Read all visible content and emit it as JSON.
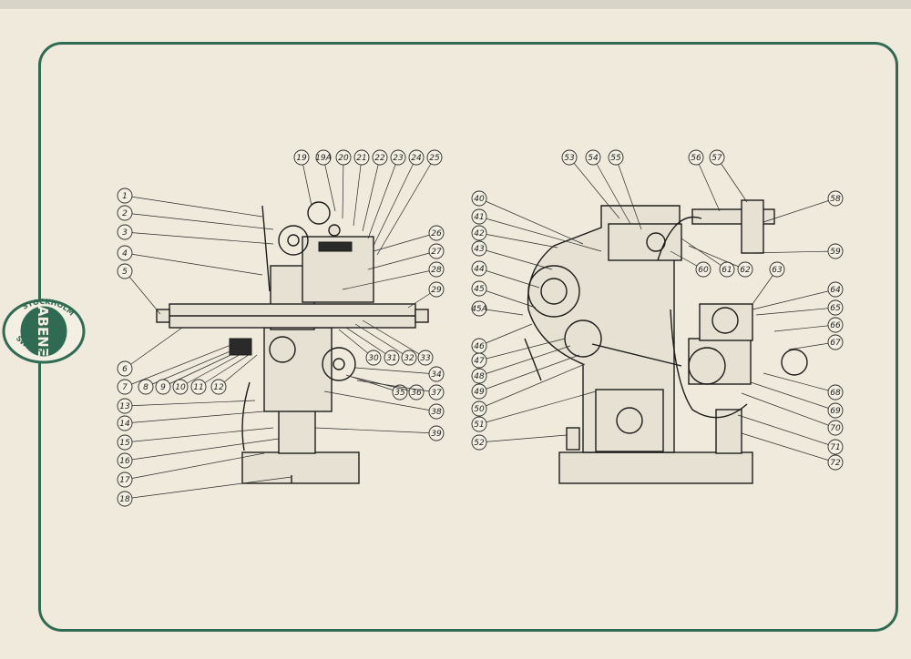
{
  "brand": {
    "name": "ABENE",
    "city": "STOCKHOLM",
    "country": "SWEDEN",
    "frame_color": "#2f6a52"
  },
  "diagram": {
    "front_view_labels": [
      "1",
      "2",
      "3",
      "4",
      "5",
      "6",
      "7",
      "8",
      "9",
      "10",
      "11",
      "12",
      "13",
      "14",
      "15",
      "16",
      "17",
      "18",
      "19",
      "19A",
      "20",
      "21",
      "22",
      "23",
      "24",
      "25",
      "26",
      "27",
      "28",
      "29",
      "30",
      "31",
      "32",
      "33",
      "34",
      "35",
      "36",
      "37",
      "38",
      "39"
    ],
    "side_view_labels": [
      "40",
      "41",
      "42",
      "43",
      "44",
      "45",
      "45A",
      "46",
      "47",
      "48",
      "49",
      "50",
      "51",
      "52",
      "53",
      "54",
      "55",
      "56",
      "57",
      "58",
      "59",
      "60",
      "61",
      "62",
      "63",
      "64",
      "65",
      "66",
      "67",
      "68",
      "69",
      "70",
      "71",
      "72"
    ]
  }
}
